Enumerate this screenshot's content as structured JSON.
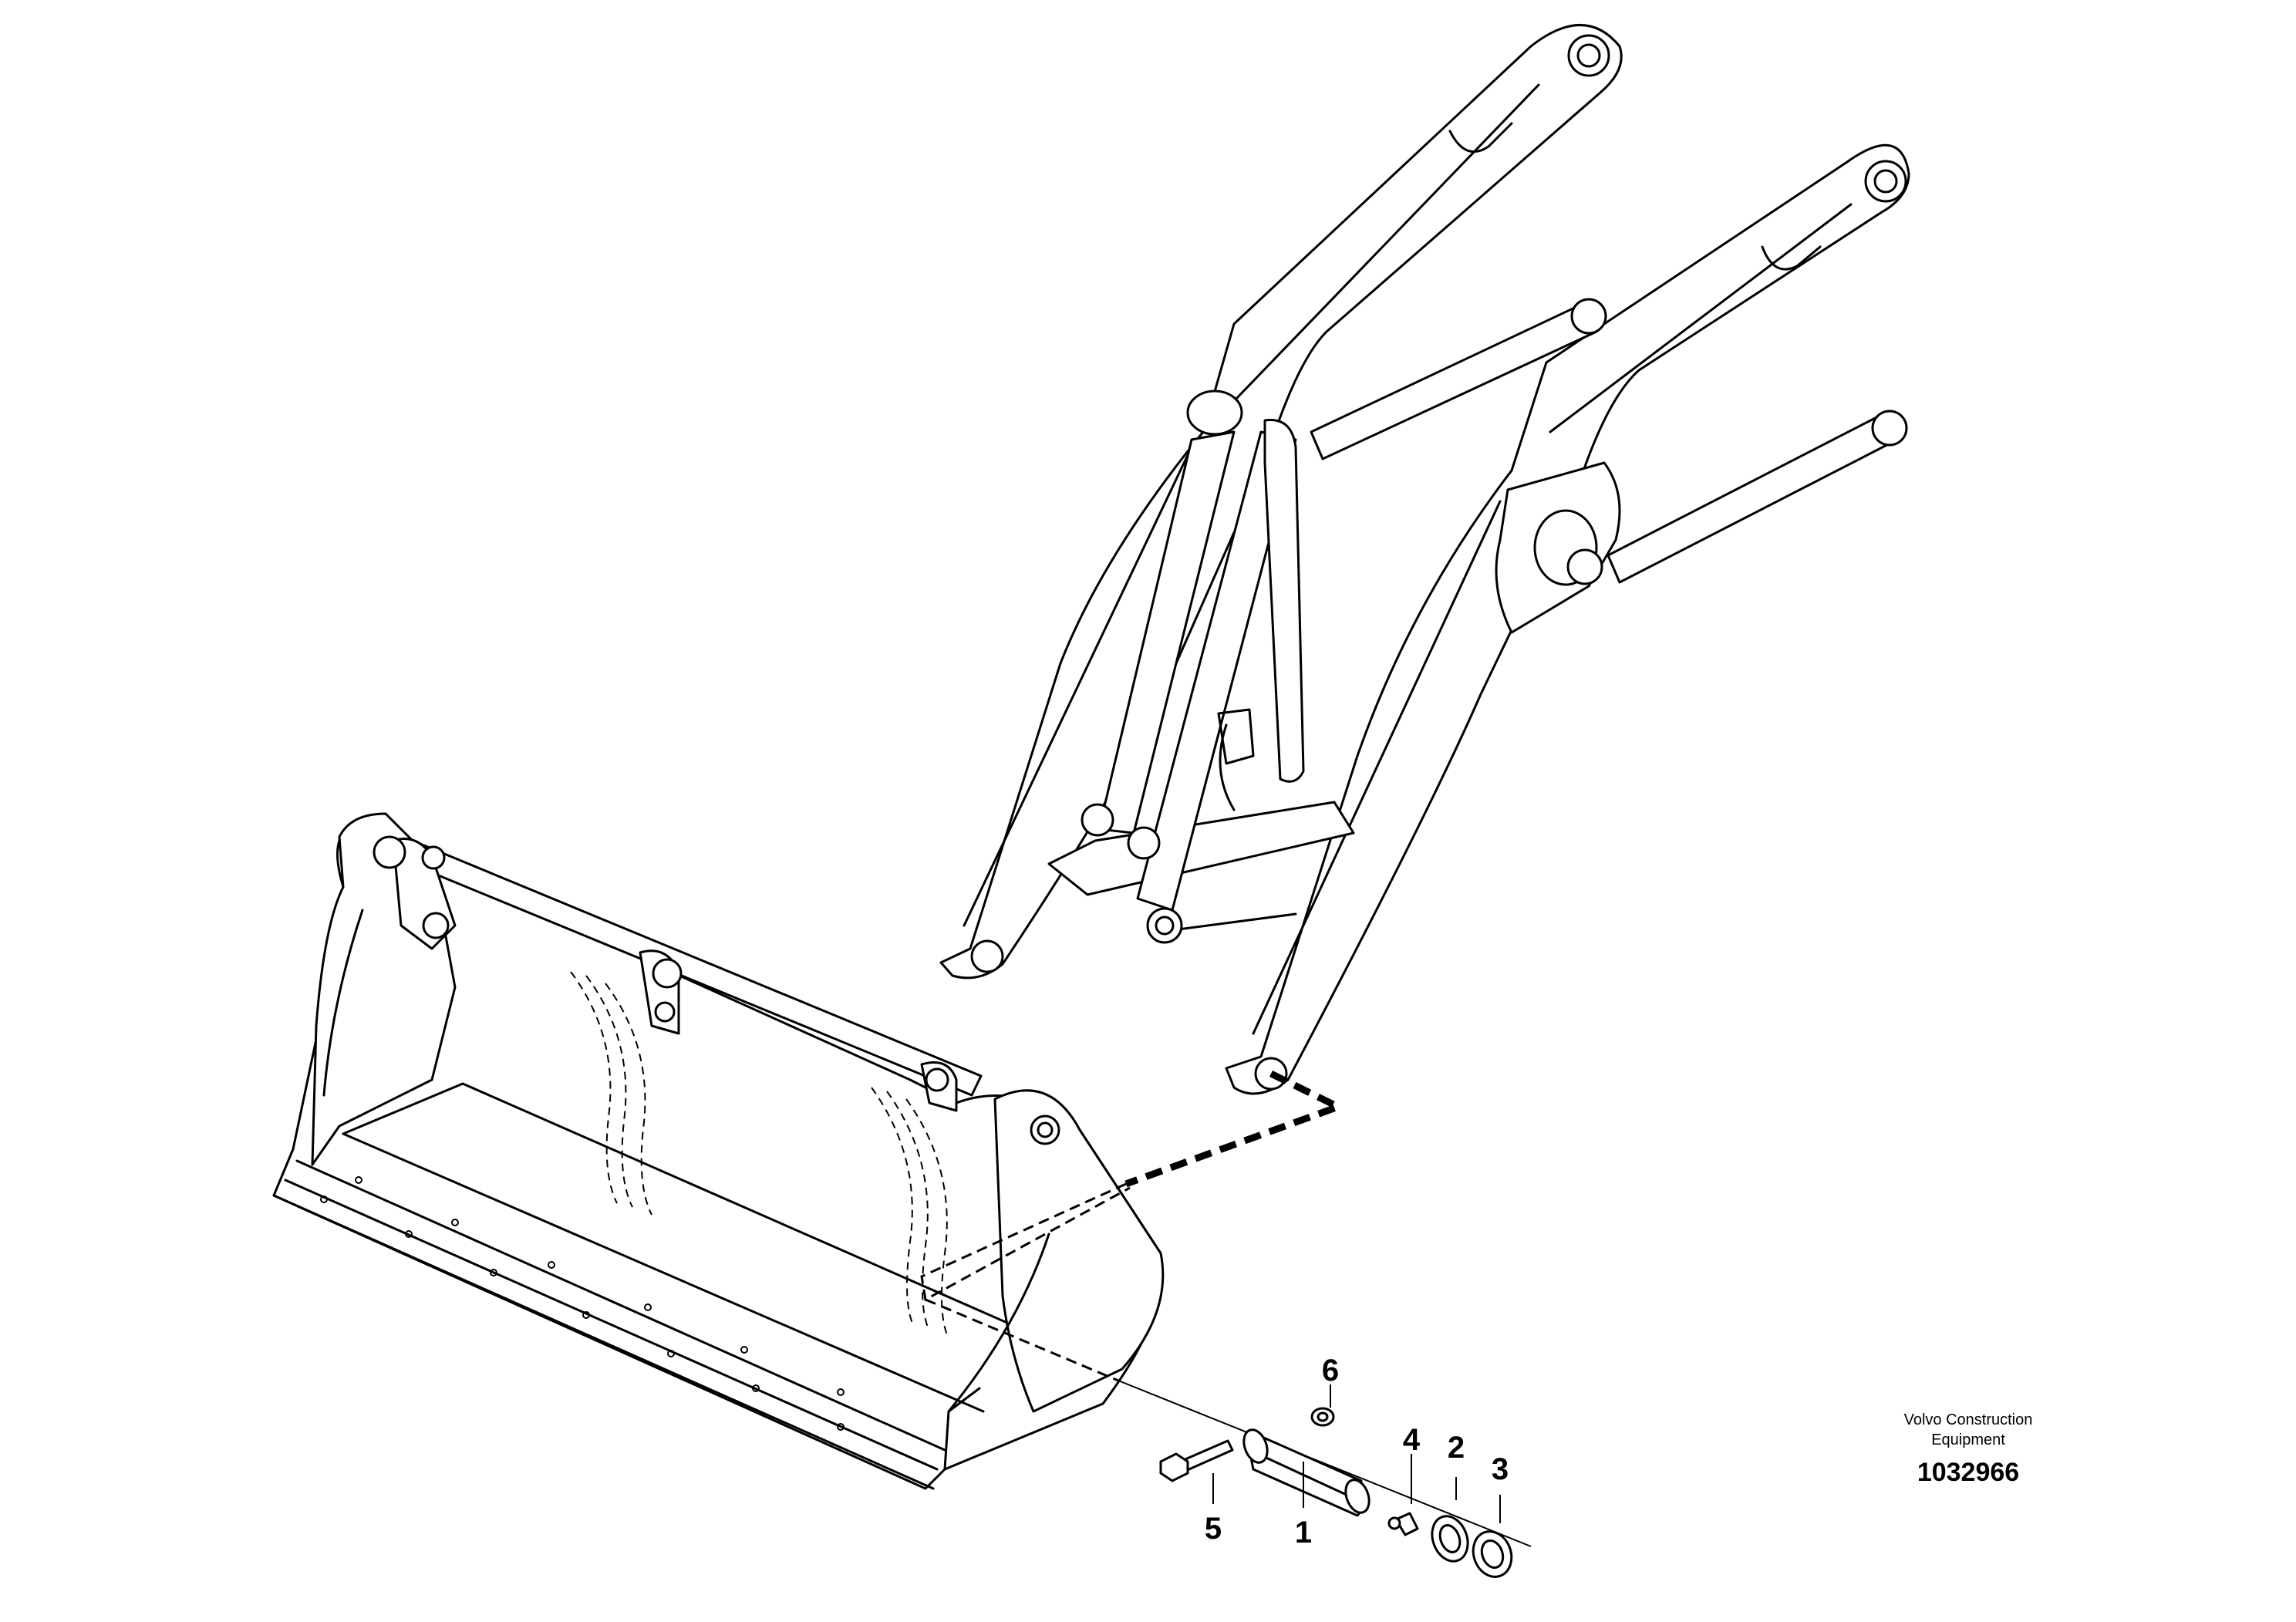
{
  "diagram": {
    "company": {
      "line1": "Volvo Construction",
      "line2": "Equipment"
    },
    "drawing_number": "1032966",
    "callouts": [
      {
        "id": "1",
        "label": "1"
      },
      {
        "id": "2",
        "label": "2"
      },
      {
        "id": "3",
        "label": "3"
      },
      {
        "id": "4",
        "label": "4"
      },
      {
        "id": "5",
        "label": "5"
      },
      {
        "id": "6",
        "label": "6"
      }
    ]
  }
}
